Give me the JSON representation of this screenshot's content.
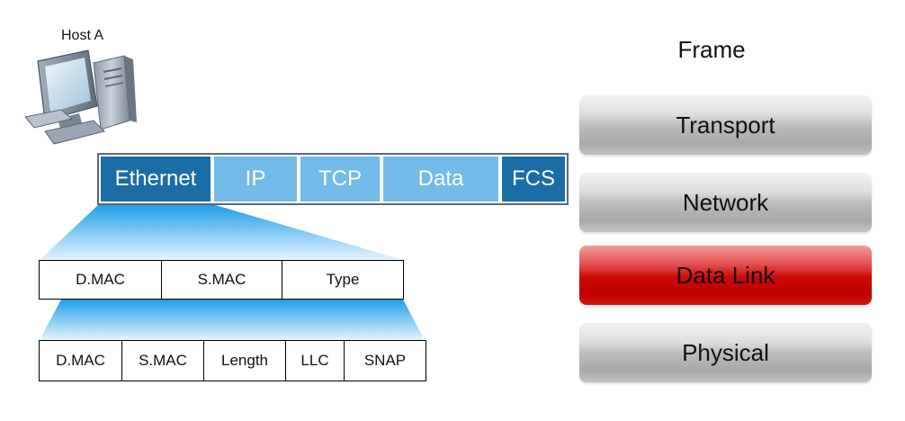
{
  "host": {
    "label": "Host A",
    "icon": "desktop-computer-icon"
  },
  "frame_strip": {
    "segments": [
      {
        "label": "Ethernet",
        "style": "dark"
      },
      {
        "label": "IP",
        "style": "light"
      },
      {
        "label": "TCP",
        "style": "light"
      },
      {
        "label": "Data",
        "style": "light"
      },
      {
        "label": "FCS",
        "style": "dark"
      }
    ]
  },
  "ethernet_ii_fields": [
    "D.MAC",
    "S.MAC",
    "Type"
  ],
  "ieee_8023_fields": [
    "D.MAC",
    "S.MAC",
    "Length",
    "LLC",
    "SNAP"
  ],
  "layer_stack": {
    "title": "Frame",
    "layers": [
      {
        "label": "Transport",
        "highlighted": false
      },
      {
        "label": "Network",
        "highlighted": false
      },
      {
        "label": "Data Link",
        "highlighted": true
      },
      {
        "label": "Physical",
        "highlighted": false
      }
    ]
  },
  "colors": {
    "segment_dark": "#1b6da6",
    "segment_light": "#73bbe8",
    "layer_highlight": "#cc0808",
    "layer_normal": "#bdbdbd",
    "fan_gradient": "#1e9ee8"
  }
}
